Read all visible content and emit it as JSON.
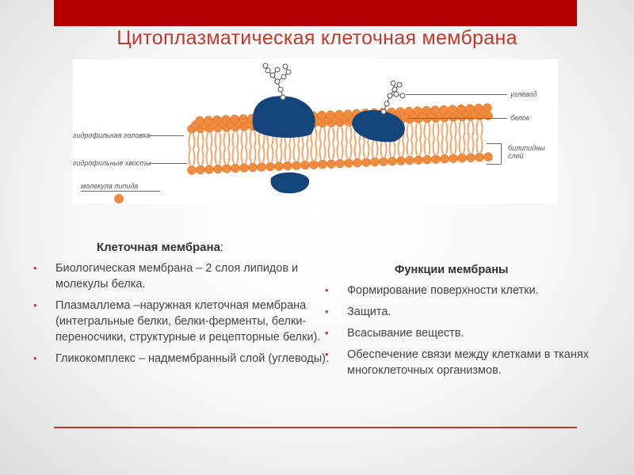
{
  "title": "Цитоплазматическая клеточная мембрана",
  "diagram": {
    "labels": {
      "carbohydrate": "углевод",
      "protein": "белок",
      "bilayer": "билипидны\nслой",
      "hydrophilic_head": "гидрофильная головка",
      "hydrophobic_tails": "гидрофильные хвосты",
      "lipid_molecule": "молекула липида"
    },
    "colors": {
      "lipid_head": "#f08a3c",
      "lipid_tail": "#f4a66c",
      "protein": "#14457a"
    }
  },
  "left": {
    "heading": "Клеточная мембрана",
    "heading_colon": ":",
    "items": [
      "Биологическая мембрана – 2 слоя липидов и молекулы белка.",
      "Плазмаллема –наружная клеточная мембрана (интегральные белки, белки-ферменты, белки-переносчики, структурные и рецепторные белки).",
      "Гликокомплекс – надмембранный слой (углеводы)."
    ]
  },
  "right": {
    "heading": "Функции мембраны",
    "items": [
      "Формирование поверхности клетки.",
      "Защита.",
      "Всасывание веществ.",
      "Обеспечение связи между клетками в тканях многоклеточных организмов."
    ]
  },
  "colors": {
    "accent": "#c0392b",
    "top_bar": "#b30000"
  }
}
